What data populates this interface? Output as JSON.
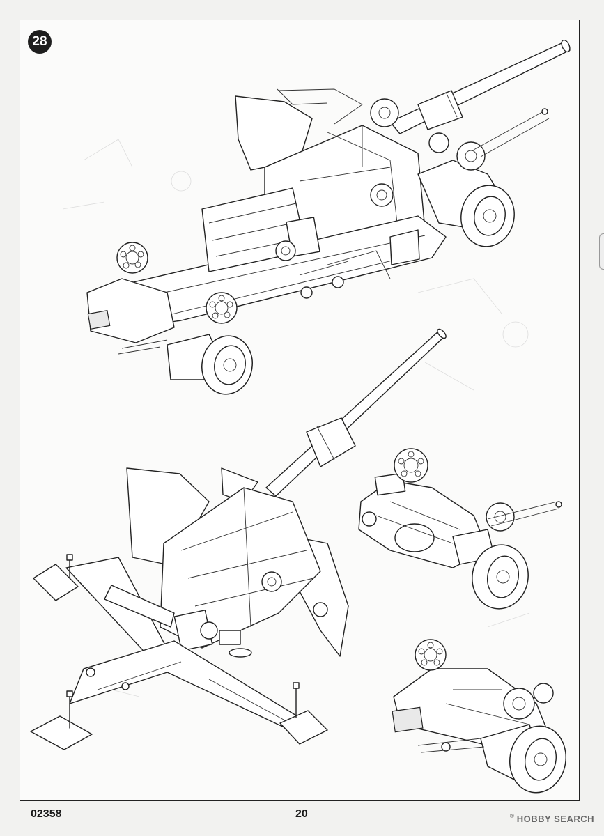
{
  "step": {
    "number": "28"
  },
  "footer": {
    "product_code": "02358",
    "page_number": "20",
    "watermark_registered": "®",
    "watermark_text": "HOBBY SEARCH"
  },
  "illustrations": [
    {
      "name": "transport-configuration-with-limbers",
      "icon": "flak-gun-transport-drawing"
    },
    {
      "name": "firing-position-on-cruciform-platform",
      "icon": "flak-gun-firing-drawing"
    },
    {
      "name": "rear-limber-bogie",
      "icon": "limber-drawing"
    },
    {
      "name": "front-limber-bogie",
      "icon": "limber-drawing"
    }
  ]
}
